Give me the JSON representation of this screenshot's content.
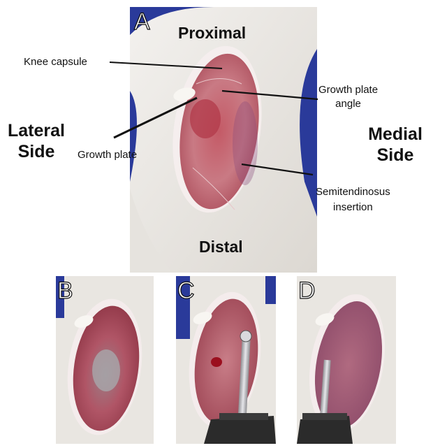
{
  "panels": [
    {
      "id": "A",
      "label": "A"
    },
    {
      "id": "B",
      "label": "B"
    },
    {
      "id": "C",
      "label": "C"
    },
    {
      "id": "D",
      "label": "D"
    }
  ],
  "orientation": {
    "proximal": "Proximal",
    "distal": "Distal",
    "lateral_line1": "Lateral",
    "lateral_line2": "Side",
    "medial_line1": "Medial",
    "medial_line2": "Side"
  },
  "annotations": {
    "knee_capsule": "Knee capsule",
    "growth_plate_angle_line1": "Growth plate",
    "growth_plate_angle_line2": "angle",
    "growth_plate": "Growth plate",
    "semitendinosus_line1": "Semitendinosus",
    "semitendinosus_line2": "insertion"
  },
  "colors": {
    "glove_blue": "#2a3a9a",
    "fur_white": "#ece9e4",
    "tissue_pink": "#c8737c",
    "tissue_dark": "#8f2f3c",
    "blood_red": "#9b0f1e",
    "drill_metal": "#b9b9bd",
    "drill_body": "#2b2b2b"
  }
}
